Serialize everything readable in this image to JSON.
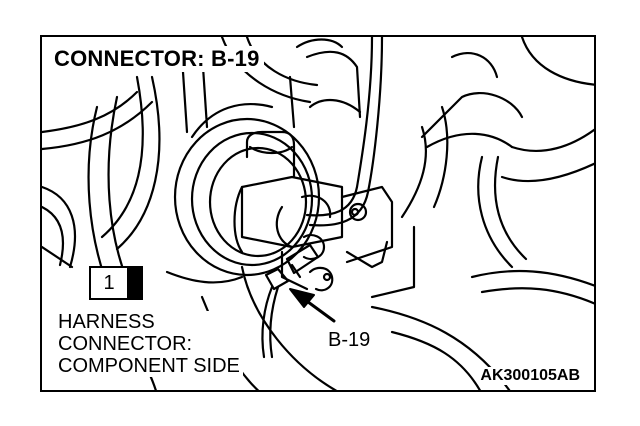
{
  "title": "CONNECTOR: B-19",
  "pin_number": "1",
  "harness_label": [
    "HARNESS",
    "CONNECTOR:",
    "COMPONENT SIDE"
  ],
  "callout_label": "B-19",
  "figure_code": "AK300105AB",
  "colors": {
    "ink": "#000000",
    "paper": "#ffffff"
  }
}
